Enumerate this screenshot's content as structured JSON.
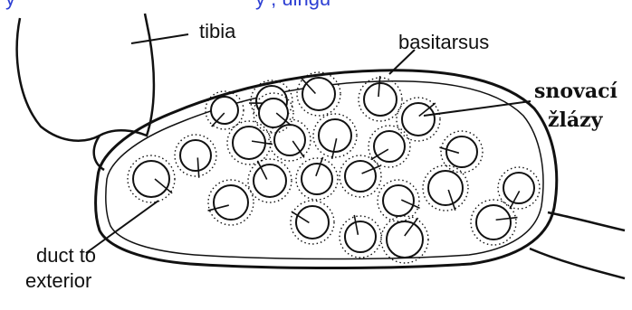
{
  "header_fragment": {
    "left_mark": "y",
    "partial_caption": "y , ulngu "
  },
  "labels": {
    "tibia": "tibia",
    "basitarsus": "basitarsus",
    "glands_line1": "snovací",
    "glands_line2": "žlázy",
    "duct_line1": "duct to",
    "duct_line2": "exterior"
  },
  "colors": {
    "line": "#111111",
    "background": "#ffffff",
    "header_text": "#2d3fd3"
  }
}
